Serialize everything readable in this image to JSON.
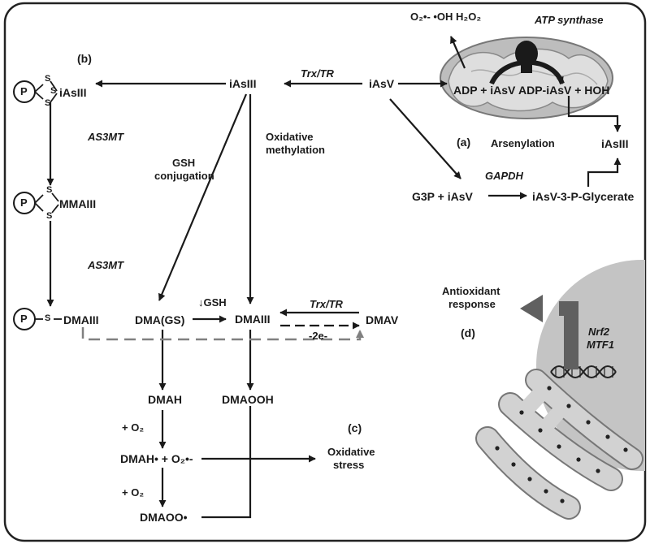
{
  "panels": {
    "a": "(a)",
    "b": "(b)",
    "c": "(c)",
    "d": "(d)"
  },
  "top": {
    "ros": "O₂•- •OH H₂O₂",
    "atp_synthase": "ATP synthase",
    "ias_v": "iAsV",
    "ias_iii": "iAsIII",
    "trx_tr": "Trx/TR",
    "adp_iasv": "ADP + iAsV",
    "adp_iasv_product": "ADP-iAsV + HOH",
    "arsenylation": "Arsenylation",
    "ias_iii_right": "iAsIII",
    "gapdh": "GAPDH",
    "g3p": "G3P + iAsV",
    "glycerate": "iAsV-3-P-Glycerate"
  },
  "left": {
    "p": "P",
    "s": "S",
    "ias_iii_complex": "iAsIII",
    "as3mt_1": "AS3MT",
    "mma_iii": "MMAIII",
    "as3mt_2": "AS3MT",
    "dma_iii_complex": "DMAIII"
  },
  "center": {
    "gsh_conj_1": "GSH",
    "gsh_conj_2": "conjugation",
    "ox_meth_1": "Oxidative",
    "ox_meth_2": "methylation",
    "dma_gs": "DMA(GS)",
    "down_gsh": "↓GSH",
    "dma_iii": "DMAIII",
    "trx_tr": "Trx/TR",
    "dma_v": "DMAV",
    "minus_2e": "-2e-",
    "dmah": "DMAH",
    "dmaooh": "DMAOOH",
    "plus_o2_1": "+ O₂",
    "dmah_rad": "DMAH• + O₂•-",
    "plus_o2_2": "+ O₂",
    "dmaoo": "DMAOO•",
    "ox_stress_1": "Oxidative",
    "ox_stress_2": "stress"
  },
  "nucleus": {
    "antiox_1": "Antioxidant",
    "antiox_2": "response",
    "nrf2": "Nrf2",
    "mtf1": "MTF1"
  },
  "colors": {
    "text": "#1a1a1a",
    "frame": "#222222",
    "dashed_arrow": "#808080",
    "nucleus": "#c4c4c4",
    "big_arrow": "#606060",
    "mito_outer": "#bdbdbd",
    "er": "#c8c8c8"
  }
}
